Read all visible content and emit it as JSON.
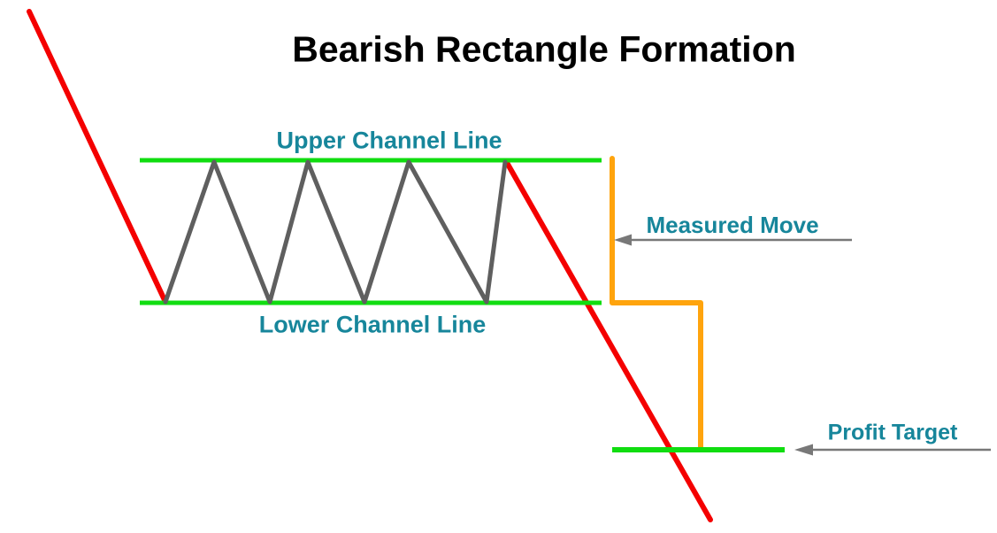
{
  "title": "Bearish Rectangle Formation",
  "labels": {
    "upper_channel": "Upper Channel Line",
    "lower_channel": "Lower Channel Line",
    "measured_move": "Measured Move",
    "profit_target": "Profit Target"
  },
  "colors": {
    "trend_red": "#f40000",
    "channel_green": "#10dd10",
    "zigzag_gray": "#5f5f5f",
    "measure_orange": "#ffa40d",
    "label_teal": "#17869b",
    "arrow_gray": "#787878",
    "title_color": "#000000",
    "bg": "#ffffff"
  }
}
